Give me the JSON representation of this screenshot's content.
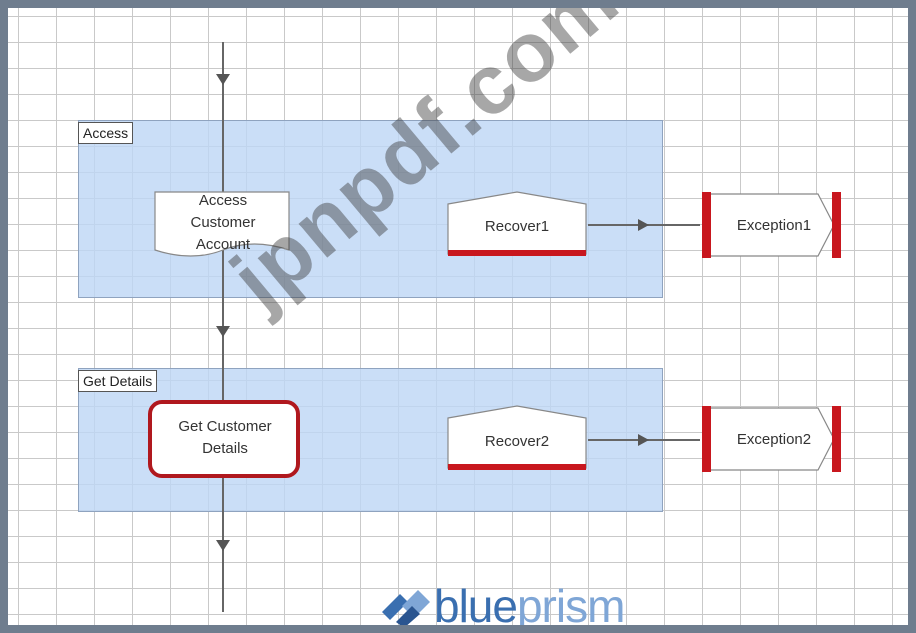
{
  "stages": [
    {
      "label": "Access"
    },
    {
      "label": "Get Details"
    }
  ],
  "nodes": {
    "access_customer_account": {
      "lines": [
        "Access",
        "Customer",
        "Account"
      ]
    },
    "recover1": {
      "label": "Recover1"
    },
    "exception1": {
      "label": "Exception1"
    },
    "get_customer_details": {
      "lines": [
        "Get Customer",
        "Details"
      ]
    },
    "recover2": {
      "label": "Recover2"
    },
    "exception2": {
      "label": "Exception2"
    }
  },
  "watermark": "jpnpdf.com",
  "logo": {
    "text_bold": "blue",
    "text_light": "prism"
  },
  "colors": {
    "stage_fill": "#bed7f5",
    "recover_bar": "#c8171e",
    "exception_bar": "#c8171e",
    "selected_outline": "#b0181e",
    "logo_blue": "#3a6fb0"
  }
}
